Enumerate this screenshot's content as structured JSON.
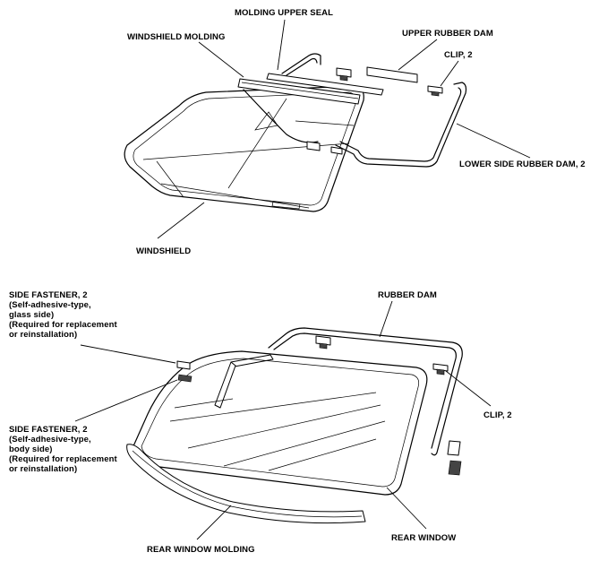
{
  "labels": {
    "molding_upper_seal": "MOLDING UPPER SEAL",
    "windshield_molding": "WINDSHIELD MOLDING",
    "upper_rubber_dam": "UPPER RUBBER DAM",
    "clip_top": "CLIP, 2",
    "lower_side_rubber_dam": "LOWER SIDE RUBBER DAM, 2",
    "windshield": "WINDSHIELD",
    "rubber_dam": "RUBBER DAM",
    "side_fastener_glass": {
      "lines": [
        "SIDE FASTENER, 2",
        "(Self-adhesive-type,",
        "glass side)",
        "(Required for replacement",
        "or reinstallation)"
      ]
    },
    "clip_bottom": "CLIP, 2",
    "side_fastener_body": {
      "lines": [
        "SIDE FASTENER, 2",
        "(Self-adhesive-type,",
        "body side)",
        "(Required for replacement",
        "or reinstallation)"
      ]
    },
    "rear_window": "REAR WINDOW",
    "rear_window_molding": "REAR WINDOW MOLDING"
  }
}
